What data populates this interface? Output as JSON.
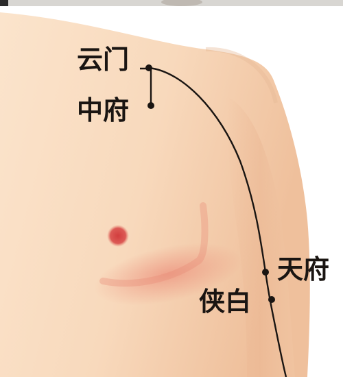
{
  "acupoints": {
    "yunmen": "云门",
    "zhongfu": "中府",
    "tianfu": "天府",
    "xiabai": "侠白"
  },
  "colors": {
    "skin_light": "#f8dcc1",
    "skin_mid": "#f0c6a2",
    "skin_shadow": "#e6ab86",
    "nipple": "#d84a48",
    "chest_crease": "#e97a6a",
    "meridian_line": "#1a1512",
    "label_text": "#1a1512",
    "background": "#ffffff"
  },
  "icons": [
    "acupoint-dot-icon"
  ]
}
